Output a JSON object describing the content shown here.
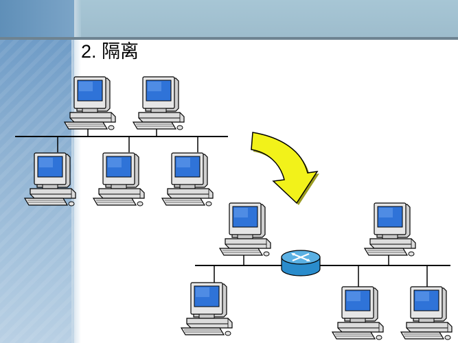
{
  "slide": {
    "title": "2. 隔离"
  },
  "colors": {
    "top_band": "#a7c6d5",
    "side_panel": "#8db1d2",
    "arrow_fill": "#f2f21a",
    "router_fill": "#5ab0e3",
    "screen": "#2f73d8"
  },
  "icons": {
    "computer": "desktop-computer-icon",
    "router": "router-icon",
    "arrow": "curved-arrow-icon"
  },
  "diagram": {
    "top_network": {
      "upper_computers": 2,
      "lower_computers": 3
    },
    "bottom_network": {
      "upper_computers": 2,
      "lower_computers": 3,
      "has_router": true
    }
  }
}
